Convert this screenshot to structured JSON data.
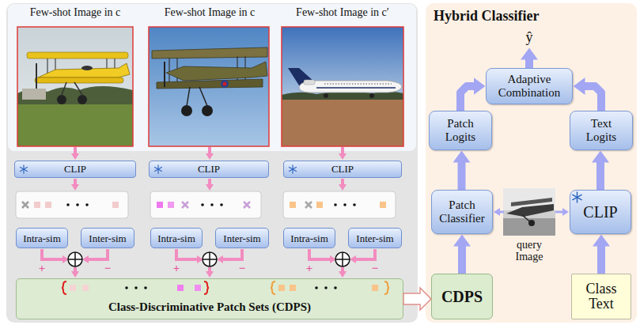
{
  "diagram": {
    "nodes": [
      {
        "text": [
          "CLIP"
        ]
      },
      {
        "text": [
          "CLIP"
        ]
      },
      {
        "text": [
          "CLIP"
        ]
      },
      {
        "text": [
          "Intra-sim"
        ]
      },
      {
        "text": [
          "Inter-sim"
        ]
      },
      {
        "text": [
          "Intra-sim"
        ]
      },
      {
        "text": [
          "Inter-sim"
        ]
      },
      {
        "text": [
          "Intra-sim"
        ]
      },
      {
        "text": [
          "Inter-sim"
        ]
      },
      {
        "text": [
          "Class-Discriminative Patch Sets (CDPS)"
        ]
      },
      {
        "text": [
          "Hybrid Classifier"
        ]
      },
      {
        "text": [
          "Adaptive Combination"
        ],
        "in": 10
      },
      {
        "text": [
          "Patch Logits"
        ],
        "in": 10
      },
      {
        "text": [
          "Text Logits"
        ],
        "in": 10
      },
      {
        "text": [
          "Patch Classifier"
        ],
        "in": 10
      },
      {
        "text": [
          "CLIP"
        ],
        "in": 10
      },
      {
        "text": [
          "CDPS"
        ],
        "in": 10
      },
      {
        "text": [
          "Class Text"
        ],
        "in": 10
      }
    ],
    "edges": [
      {
        "from": 9,
        "to": 16,
        "arrow": "to"
      },
      {
        "from": 16,
        "to": 14,
        "arrow": "to"
      },
      {
        "from": 14,
        "to": 12,
        "arrow": "to"
      },
      {
        "from": 12,
        "to": 11,
        "arrow": "to"
      },
      {
        "from": 17,
        "to": 15,
        "arrow": "to"
      },
      {
        "from": 15,
        "to": 13,
        "arrow": "to"
      },
      {
        "from": 13,
        "to": 11,
        "arrow": "to"
      }
    ],
    "labels": [
      "Few-shot Image in c",
      "Few-shot Image in c",
      "Few-shot Image in c′",
      "+",
      "−",
      "+",
      "−",
      "+",
      "−",
      "ŷ",
      "query Image"
    ]
  }
}
